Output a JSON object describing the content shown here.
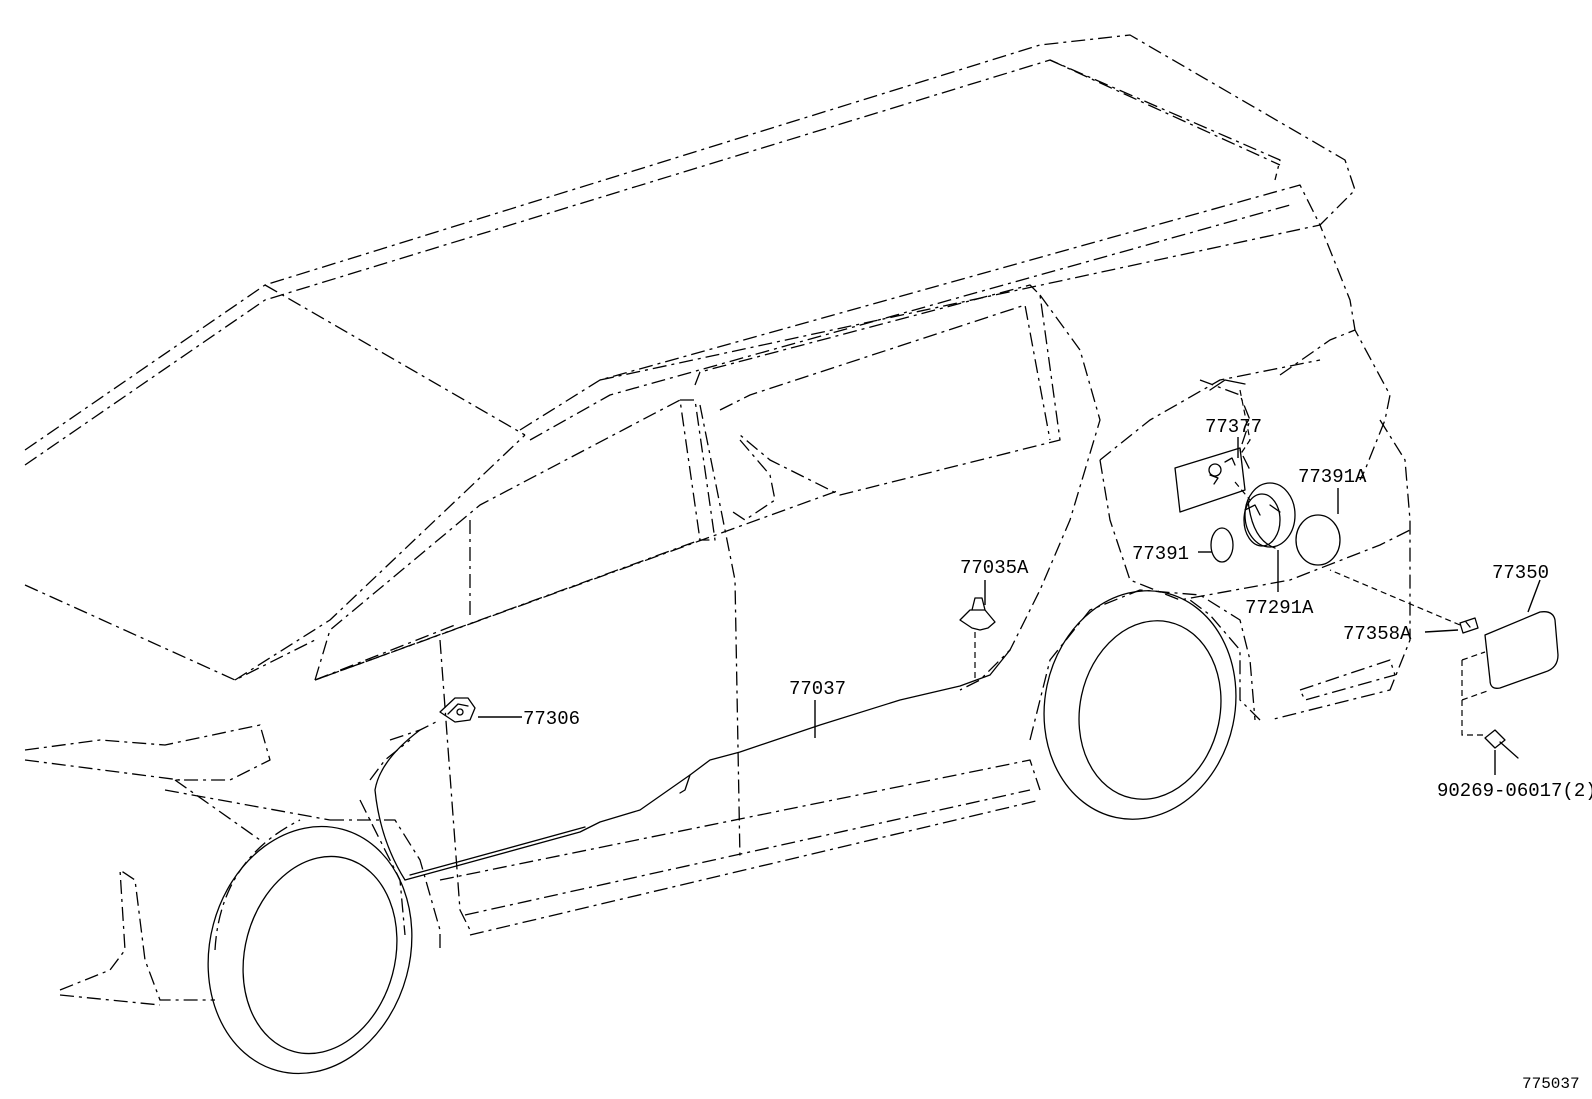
{
  "diagram_id": "775037",
  "callouts": {
    "p77377": "77377",
    "p77391A": "77391A",
    "p77391": "77391",
    "p77291A": "77291A",
    "p77035A": "77035A",
    "p77350": "77350",
    "p77358A": "77358A",
    "p77037": "77037",
    "p77306": "77306",
    "p90269": "90269-06017(2)"
  }
}
